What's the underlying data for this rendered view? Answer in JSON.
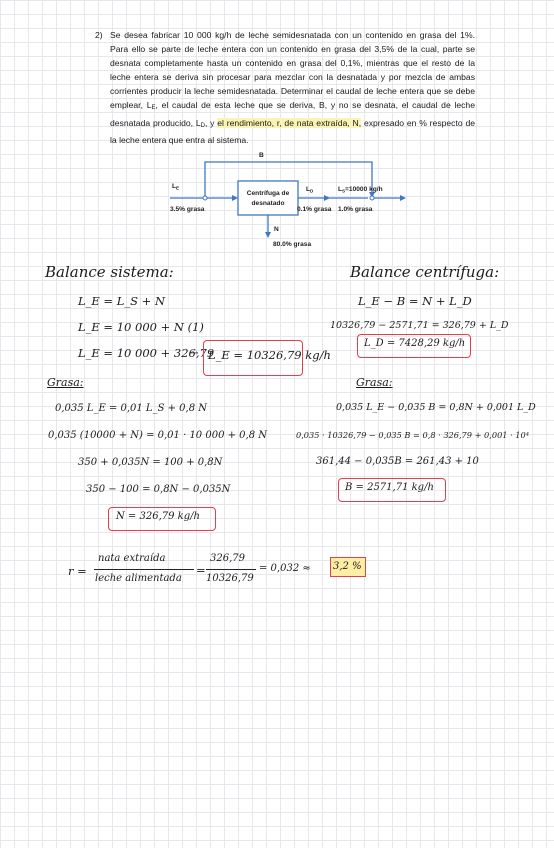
{
  "problem": {
    "number": "2)",
    "text_part1": "Se desea fabricar 10 000 kg/h de leche semidesnatada con un contenido en grasa del 1%. Para ello se parte de leche entera con un contenido en grasa del 3,5% de la cual, parte se desnata completamente hasta un contenido en grasa del 0,1%, mientras que el resto de la leche entera se deriva sin procesar para mezclar con la desnatada y por mezcla de ambas corrientes producir la leche semidesnatada. Determinar el caudal de leche entera que se debe emplear, L",
    "sub_E": "E",
    "text_part2": ", el caudal de esta leche que se deriva, B, y no se desnata, el caudal de leche desnatada producido, L",
    "sub_D": "D",
    "text_part3": ", y ",
    "highlight": "el rendimiento, r, de nata extraída, N,",
    "text_part4": " expresado en % respecto de la leche entera que entra al sistema."
  },
  "diagram": {
    "bypass_label": "B",
    "input_label": "L",
    "input_sub": "E",
    "input_fat": "3.5% grasa",
    "centrifuge_line1": "Centrífuga de",
    "centrifuge_line2": "desnatado",
    "skim_label": "L",
    "skim_sub": "D",
    "skim_fat": "0.1% grasa",
    "output_label": "L",
    "output_sub": "S",
    "output_value": "=10000 kg/h",
    "output_fat": "1.0% grasa",
    "cream_label": "N",
    "cream_fat": "80.0% grasa"
  },
  "handwritten": {
    "left_title": "Balance sistema:",
    "left_eq1": "L_E = L_S + N",
    "left_eq2": "L_E = 10 000 + N (1)",
    "left_eq3": "L_E = 10 000 + 326,79",
    "left_result1": "L_E = 10326,79 kg/h",
    "left_sub": "Grasa:",
    "left_g1": "0,035 L_E = 0,01 L_S + 0,8 N",
    "left_g2": "0,035 (10000 + N) = 0,01 · 10 000 + 0,8 N",
    "left_g3": "350 + 0,035N = 100 + 0,8N",
    "left_g4": "350 − 100 = 0,8N − 0,035N",
    "left_result2": "N = 326,79 kg/h",
    "right_title": "Balance centrífuga:",
    "right_eq1": "L_E − B = N + L_D",
    "right_eq2": "10326,79 − 2571,71 = 326,79 + L_D",
    "right_result1": "L_D = 7428,29 kg/h",
    "right_sub": "Grasa:",
    "right_g1": "0,035 L_E − 0,035 B = 0,8N + 0,001 L_D",
    "right_g2": "0,035 · 10326,79 − 0,035 B = 0,8 · 326,79 + 0,001 · 10⁴",
    "right_g3": "361,44 − 0,035B = 261,43 + 10",
    "right_result2": "B = 2571,71 kg/h",
    "r_label": "r =",
    "r_num": "nata extraída",
    "r_den": "leche alimentada",
    "r_eq": "=",
    "r_num_val": "326,79",
    "r_den_val": "10326,79",
    "r_approx": "= 0,032 ≈",
    "r_result": "3,2 %"
  },
  "colors": {
    "diagram_line": "#3f78bf",
    "box_red": "#e53e4f",
    "highlight_yellow": "#fbf3b4"
  }
}
